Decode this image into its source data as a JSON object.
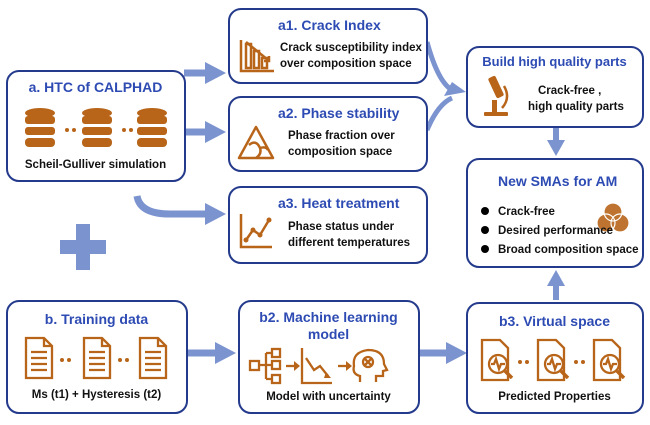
{
  "colors": {
    "box_border": "#243a8c",
    "title_blue": "#2d4bb3",
    "icon_orange": "#b8651a",
    "arrow_blue": "#7b93cf"
  },
  "nodes": {
    "htc": {
      "title": "a. HTC of CALPHAD",
      "label": "Scheil-Gulliver simulation",
      "icon": "database-icons"
    },
    "crack": {
      "title": "a1. Crack Index",
      "line1": "Crack susceptibility index",
      "line2": "over composition space",
      "icon": "bar-chart-down-icon"
    },
    "phase": {
      "title": "a2. Phase stability",
      "line1": "Phase fraction over",
      "line2": "composition space",
      "icon": "phase-triangle-icon"
    },
    "heat": {
      "title": "a3. Heat treatment",
      "line1": "Phase status under",
      "line2": "different temperatures",
      "icon": "line-chart-icon"
    },
    "build": {
      "title": "Build high quality parts",
      "line1": "Crack-free ,",
      "line2": "high quality parts",
      "icon": "microscope-icon"
    },
    "sma": {
      "title": "New SMAs for AM",
      "bullets": [
        "Crack-free",
        "Desired performance",
        "Broad composition space"
      ],
      "icon": "venn-icon"
    },
    "training": {
      "title": "b. Training data",
      "label": "Ms (t1) + Hysteresis (t2)",
      "icon": "document-icons"
    },
    "ml": {
      "title_line1": "b2. Machine learning",
      "title_line2": "model",
      "label": "Model with uncertainty",
      "icon": "ml-pipeline-icons"
    },
    "virtual": {
      "title": "b3. Virtual space",
      "label": "Predicted Properties",
      "icon": "search-document-icons"
    }
  },
  "plus_symbol": "+",
  "dots": "··"
}
